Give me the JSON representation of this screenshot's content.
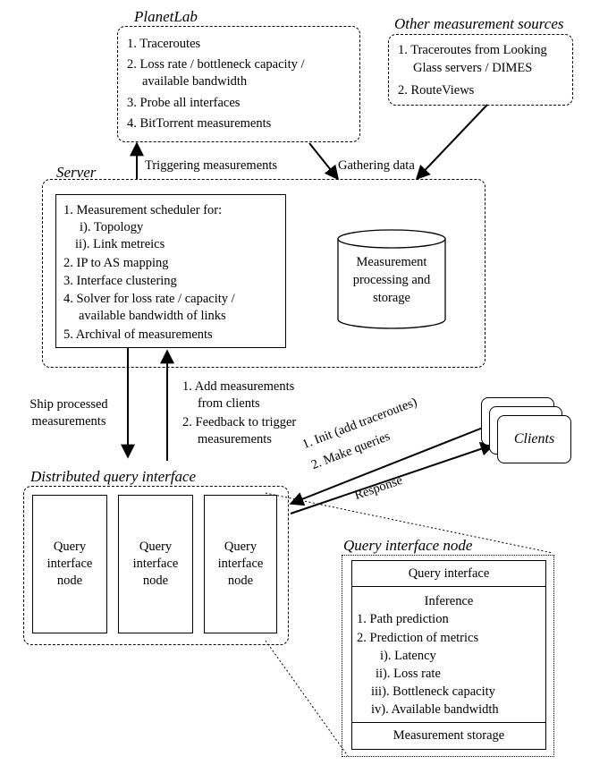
{
  "planetlab": {
    "title": "PlanetLab",
    "items": [
      "1. Traceroutes",
      "2. Loss rate / bottleneck capacity /",
      "available bandwidth",
      "3. Probe all interfaces",
      "4. BitTorrent measurements"
    ]
  },
  "other_sources": {
    "title": "Other measurement sources",
    "items": [
      "1. Traceroutes from Looking",
      "Glass servers / DIMES",
      "2. RouteViews"
    ]
  },
  "arrows": {
    "triggering": "Triggering measurements",
    "gathering": "Gathering data",
    "ship_processed": [
      "Ship processed",
      "measurements"
    ],
    "add_measurements": [
      "1. Add measurements",
      "from clients",
      "2. Feedback to trigger",
      "measurements"
    ],
    "init": "1. Init (add traceroutes)",
    "make_queries": "2. Make queries",
    "response": "Response"
  },
  "server": {
    "title": "Server",
    "items": [
      "1. Measurement scheduler for:",
      "i). Topology",
      "ii). Link metreics",
      "2. IP to AS mapping",
      "3. Interface clustering",
      "4. Solver for loss rate / capacity /",
      "available bandwidth of links",
      "5. Archival of measurements"
    ],
    "storage": [
      "Measurement",
      "processing and",
      "storage"
    ]
  },
  "clients": {
    "label": "Clients"
  },
  "dqi": {
    "title": "Distributed query interface",
    "nodes": [
      [
        "Query",
        "interface",
        "node"
      ],
      [
        "Query",
        "interface",
        "node"
      ],
      [
        "Query",
        "interface",
        "node"
      ]
    ]
  },
  "qin": {
    "title": "Query interface node",
    "query_interface": "Query interface",
    "inference_title": "Inference",
    "inference_items": [
      "1. Path prediction",
      "2. Prediction of metrics",
      "i). Latency",
      "ii). Loss rate",
      "iii). Bottleneck capacity",
      "iv). Available bandwidth"
    ],
    "storage": "Measurement storage"
  }
}
